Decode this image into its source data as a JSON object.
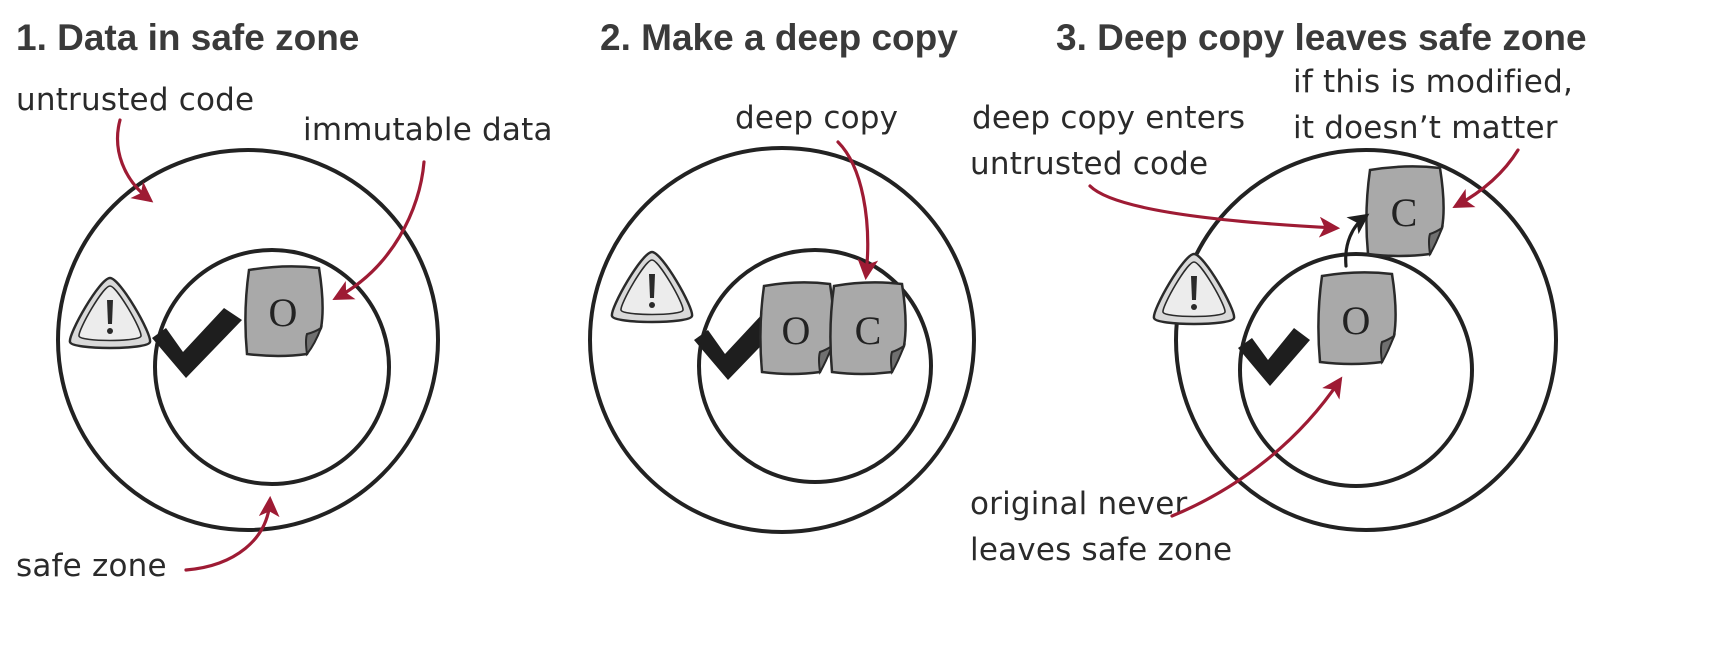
{
  "colors": {
    "arrow": "#9e1b34",
    "document_fill": "#a9a9a9",
    "document_fold": "#707070",
    "warning_fill": "#d9d9d9",
    "check": "#1e1e1e",
    "ring": "#222222"
  },
  "panels": [
    {
      "title": "1.  Data in safe zone",
      "labels": {
        "untrusted_code": "untrusted code",
        "immutable_data": "immutable data",
        "safe_zone": "safe zone"
      },
      "documents": [
        "O"
      ]
    },
    {
      "title": "2.  Make a deep copy",
      "labels": {
        "deep_copy": "deep copy"
      },
      "documents": [
        "O",
        "C"
      ]
    },
    {
      "title": "3.  Deep copy leaves safe zone",
      "labels": {
        "modified_line1": "if this is modified,",
        "modified_line2": "it doesn’t matter",
        "enters_line1": "deep copy enters",
        "enters_line2": "untrusted code",
        "original_line1": "original never",
        "original_line2": "leaves safe zone"
      },
      "documents": [
        "O",
        "C"
      ]
    }
  ],
  "icons": {
    "warning": "warning-icon",
    "check": "checkmark-icon",
    "document": "document-icon"
  }
}
